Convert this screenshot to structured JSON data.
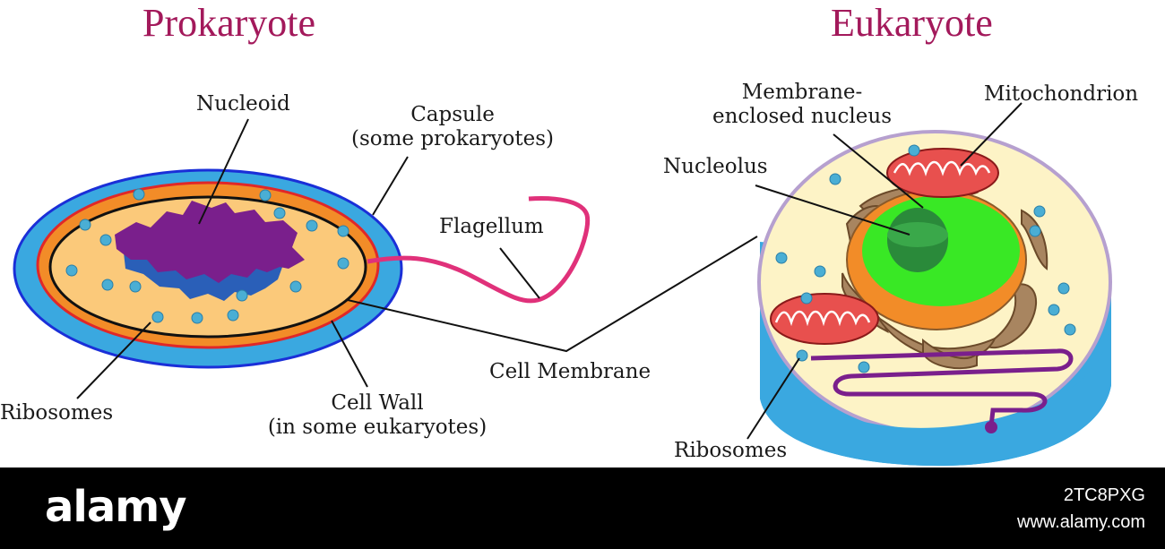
{
  "titles": {
    "left": "Prokaryote",
    "right": "Eukaryote"
  },
  "labels": {
    "nucleoid": "Nucleoid",
    "capsule": "Capsule",
    "capsule_note": "(some prokaryotes)",
    "flagellum": "Flagellum",
    "ribosomes_left": "Ribosomes",
    "cell_wall": "Cell Wall",
    "cell_wall_note": "(in some eukaryotes)",
    "cell_membrane": "Cell Membrane",
    "membrane_nucleus_1": "Membrane-",
    "membrane_nucleus_2": "enclosed nucleus",
    "mitochondrion": "Mitochondrion",
    "nucleolus": "Nucleolus",
    "ribosomes_right": "Ribosomes"
  },
  "footer": {
    "brand": "alamy",
    "image_id": "2TC8PXG",
    "site": "www.alamy.com"
  },
  "colors": {
    "title": "#a3195b",
    "capsule": "#3aa8e0",
    "cell_wall": "#f28c28",
    "cytoplasm": "#fbc97a",
    "nucleoid": "#7a1f8c",
    "ribosome": "#4aaed4",
    "flagellum": "#e0317a",
    "euk_cytoplasm": "#fdf3c6",
    "euk_base": "#3aa8e0",
    "nucleus": "#39e825",
    "er": "#a88560",
    "mitochondrion": "#e8504e"
  }
}
